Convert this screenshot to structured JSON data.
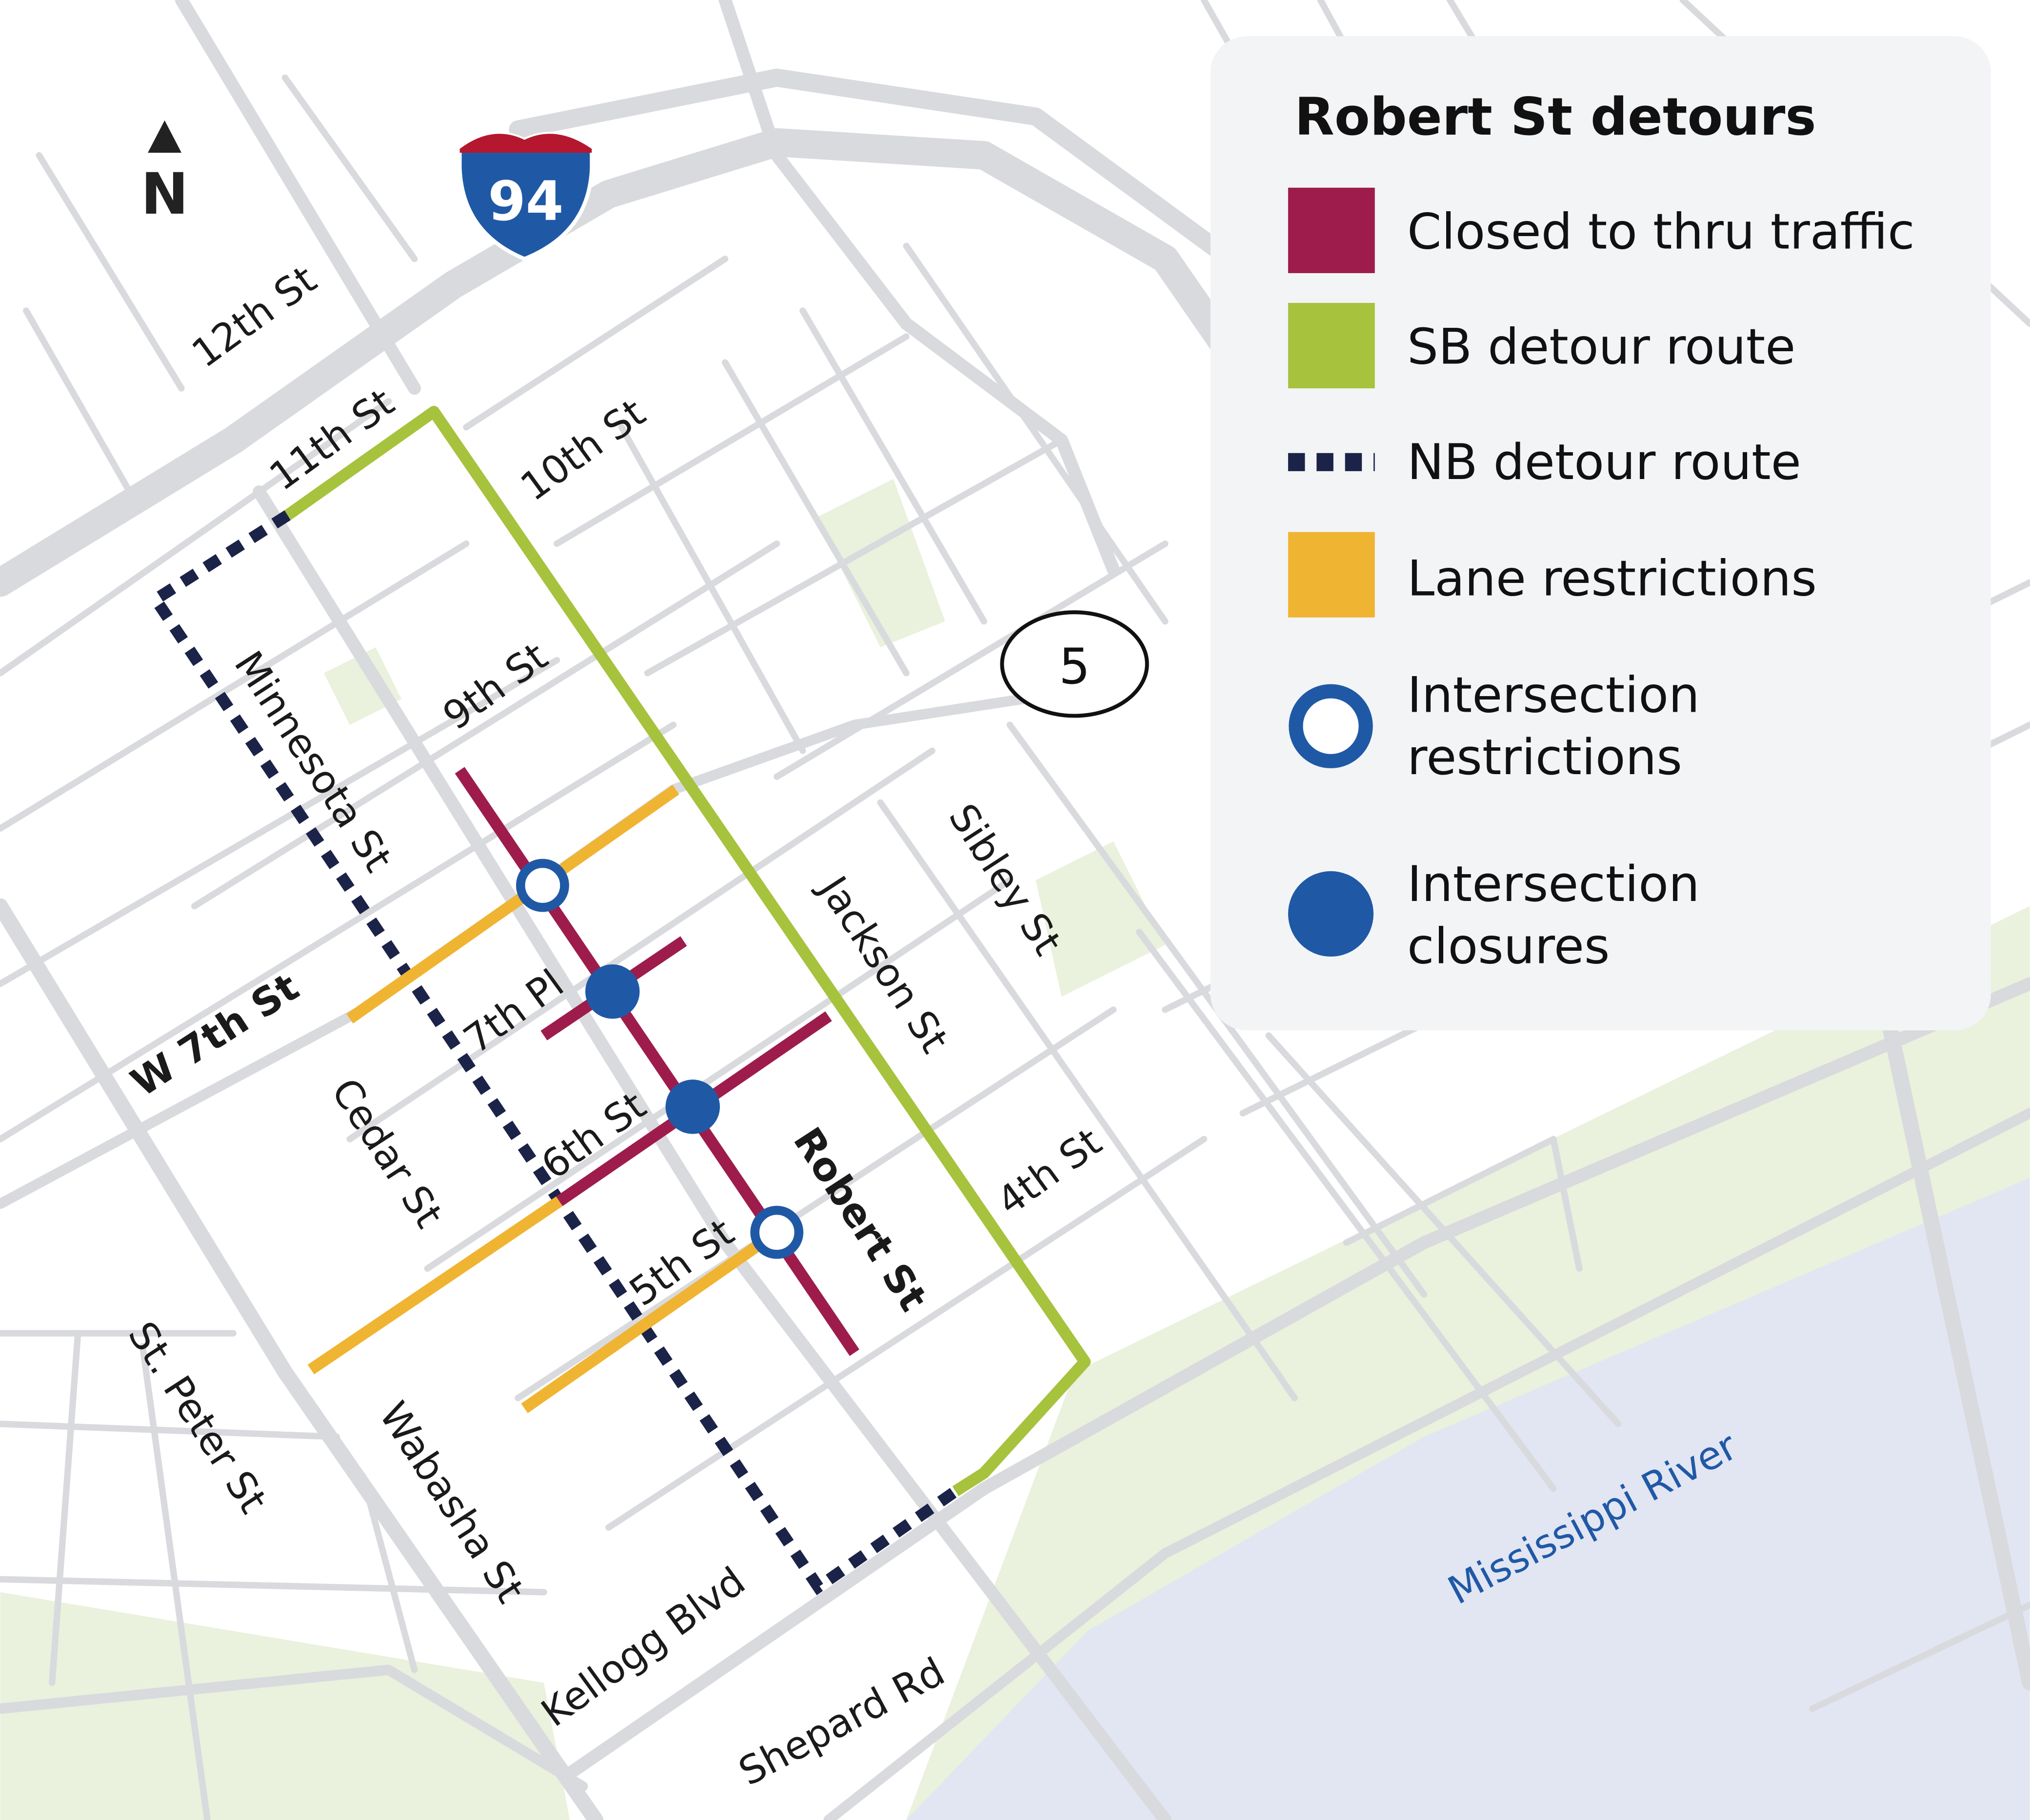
{
  "legend": {
    "title": "Robert St detours",
    "items": [
      {
        "label": "Closed to thru traffic",
        "symbol": "square",
        "color": "#9e1c4b"
      },
      {
        "label": "SB detour route",
        "symbol": "square",
        "color": "#a7c23d"
      },
      {
        "label": "NB detour route",
        "symbol": "dashed-line",
        "color": "#1b2348"
      },
      {
        "label": "Lane restrictions",
        "symbol": "square",
        "color": "#f0b433"
      },
      {
        "label_line1": "Intersection",
        "label_line2": "restrictions",
        "symbol": "open-circle",
        "color": "#1f59a6"
      },
      {
        "label_line1": "Intersection",
        "label_line2": "closures",
        "symbol": "filled-circle",
        "color": "#1f59a6"
      }
    ]
  },
  "north_arrow": {
    "label": "N"
  },
  "shields": {
    "interstate": "94",
    "state_highway": "5"
  },
  "streets": {
    "s12th": "12th St",
    "s11th": "11th St",
    "s10th": "10th St",
    "s9th": "9th St",
    "minnesota": "Minnesota St",
    "w7th": "W 7th St",
    "s7thpl": "7th Pl",
    "s6th": "6th St",
    "s5th": "5th St",
    "s4th": "4th St",
    "cedar": "Cedar St",
    "jackson": "Jackson St",
    "sibley": "Sibley St",
    "robert": "Robert St",
    "stpeter": "St. Peter St",
    "wabasha": "Wabasha St",
    "kellogg": "Kellogg Blvd",
    "shepard": "Shepard Rd",
    "river": "Mississippi River"
  }
}
